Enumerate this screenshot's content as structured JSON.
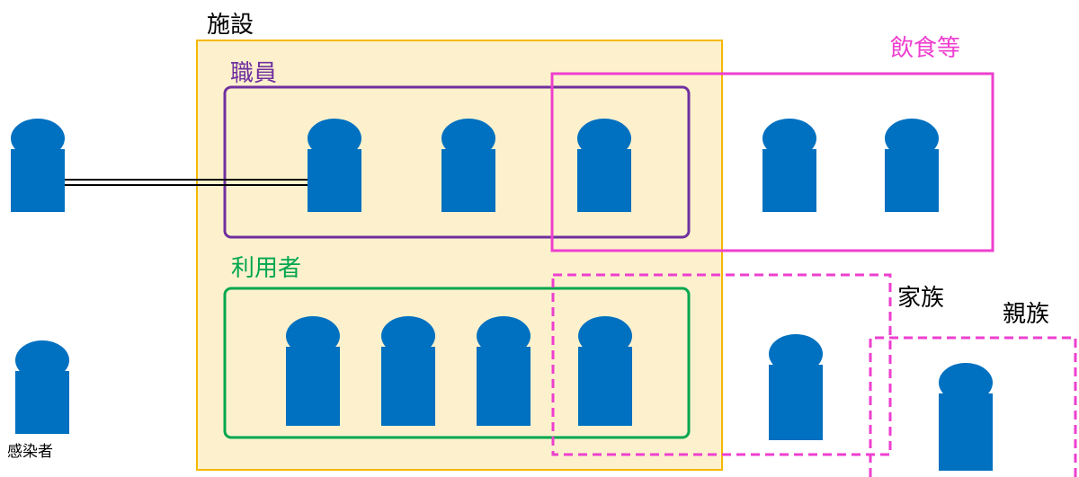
{
  "labels": {
    "facility": "施設",
    "staff": "職員",
    "users": "利用者",
    "dining": "飲食等",
    "family": "家族",
    "relatives": "親族",
    "infected": "感染者"
  },
  "colors": {
    "person": "#0070c0",
    "facility_fill": "#fdf1cd",
    "facility_border": "#f5b800",
    "staff_border": "#7030a0",
    "staff_text": "#7030a0",
    "users_border": "#00a64f",
    "users_text": "#00a64f",
    "dining_border": "#ee3fcf",
    "dining_text": "#ee3fcf",
    "family_border": "#ee3fcf",
    "link_line": "#000000"
  }
}
